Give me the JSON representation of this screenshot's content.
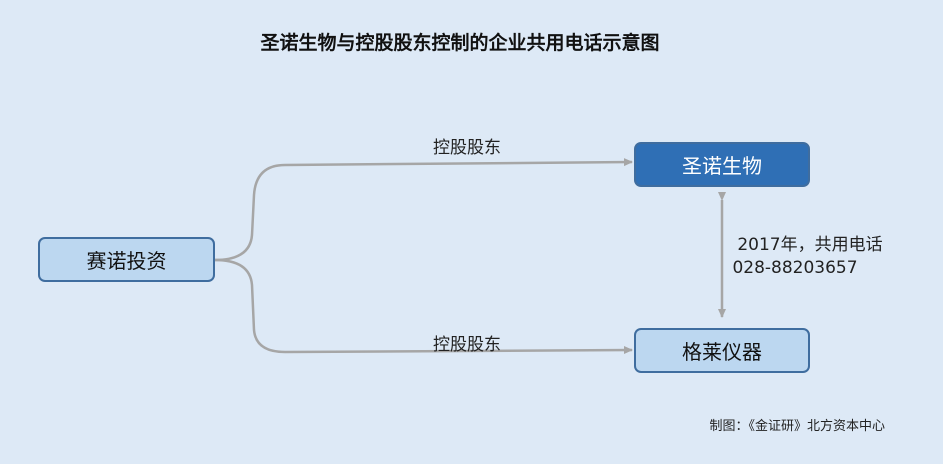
{
  "title": "圣诺生物与控股股东控制的企业共用电话示意图",
  "nodes": {
    "investor": "赛诺投资",
    "bio": "圣诺生物",
    "instrument": "格莱仪器"
  },
  "edges": {
    "top_label": "控股股东",
    "bottom_label": "控股股东",
    "phone_line1": "2017年，共用电话",
    "phone_line2": "028-88203657"
  },
  "credit": "制图：《金证研》北方资本中心",
  "colors": {
    "background": "#dde9f6",
    "node_light": "#bcd7f0",
    "node_dark": "#2f6fb5",
    "line": "#a6a6a6"
  }
}
